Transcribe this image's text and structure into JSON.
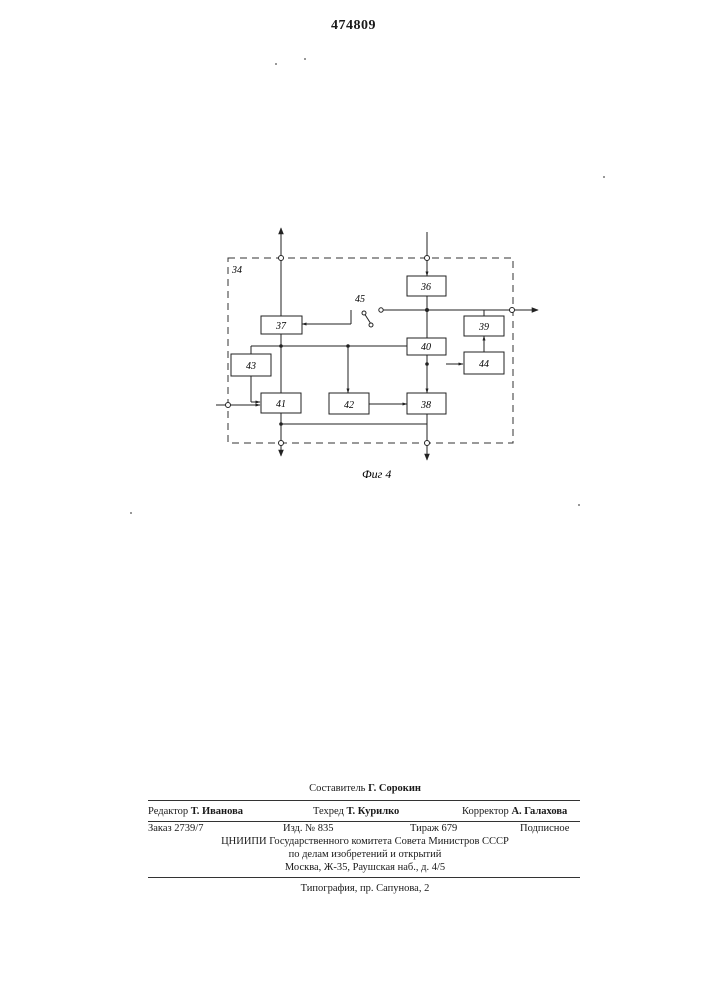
{
  "header": {
    "patent_number": "474809"
  },
  "figure": {
    "frame_label": "34",
    "switch_label": "45",
    "caption": "Фиг 4",
    "blocks": {
      "b36": "36",
      "b37": "37",
      "b39": "39",
      "b40": "40",
      "b43": "43",
      "b44": "44",
      "b41": "41",
      "b42": "42",
      "b38": "38"
    }
  },
  "footer": {
    "compiler_label": "Составитель",
    "compiler_name": "Г. Сорокин",
    "editor_label": "Редактор",
    "editor_name": "Т. Иванова",
    "techred_label": "Техред",
    "techred_name": "Т. Курилко",
    "corrector_label": "Корректор",
    "corrector_name": "А. Галахова",
    "order": "Заказ 2739/7",
    "izd": "Изд. № 835",
    "tirazh": "Тираж 679",
    "podpisnoe": "Подписное",
    "org_line1": "ЦНИИПИ Государственного комитета Совета Министров СССР",
    "org_line2": "по делам изобретений и открытий",
    "org_line3": "Москва, Ж-35, Раушская наб., д. 4/5",
    "printer": "Типография, пр. Сапунова, 2"
  }
}
